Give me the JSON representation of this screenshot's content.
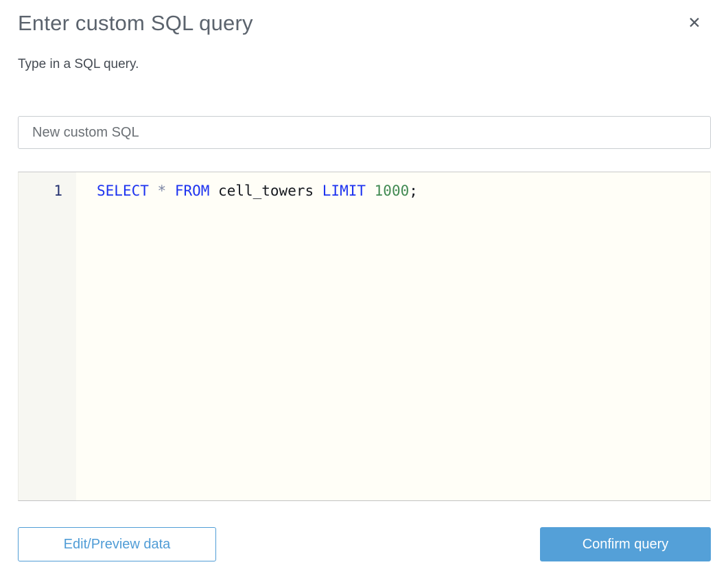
{
  "dialog": {
    "title": "Enter custom SQL query",
    "subtitle": "Type in a SQL query.",
    "close_icon": "✕"
  },
  "name_input": {
    "value": "New custom SQL"
  },
  "editor": {
    "language": "sql",
    "lines": [
      {
        "number": "1",
        "tokens": [
          {
            "type": "keyword",
            "text": "SELECT"
          },
          {
            "type": "plain",
            "text": " "
          },
          {
            "type": "operator",
            "text": "*"
          },
          {
            "type": "plain",
            "text": " "
          },
          {
            "type": "keyword",
            "text": "FROM"
          },
          {
            "type": "plain",
            "text": " cell_towers "
          },
          {
            "type": "keyword",
            "text": "LIMIT"
          },
          {
            "type": "plain",
            "text": " "
          },
          {
            "type": "number",
            "text": "1000"
          },
          {
            "type": "plain",
            "text": ";"
          }
        ],
        "full_text": "SELECT * FROM cell_towers LIMIT 1000;"
      }
    ]
  },
  "footer": {
    "edit_preview_label": "Edit/Preview data",
    "confirm_label": "Confirm query"
  },
  "colors": {
    "accent_blue": "#54a0d8",
    "keyword_blue": "#1d33f0",
    "number_green": "#418a52",
    "operator_gray": "#7b85a4",
    "editor_background": "#fffef7",
    "title_gray": "#5b636d"
  }
}
